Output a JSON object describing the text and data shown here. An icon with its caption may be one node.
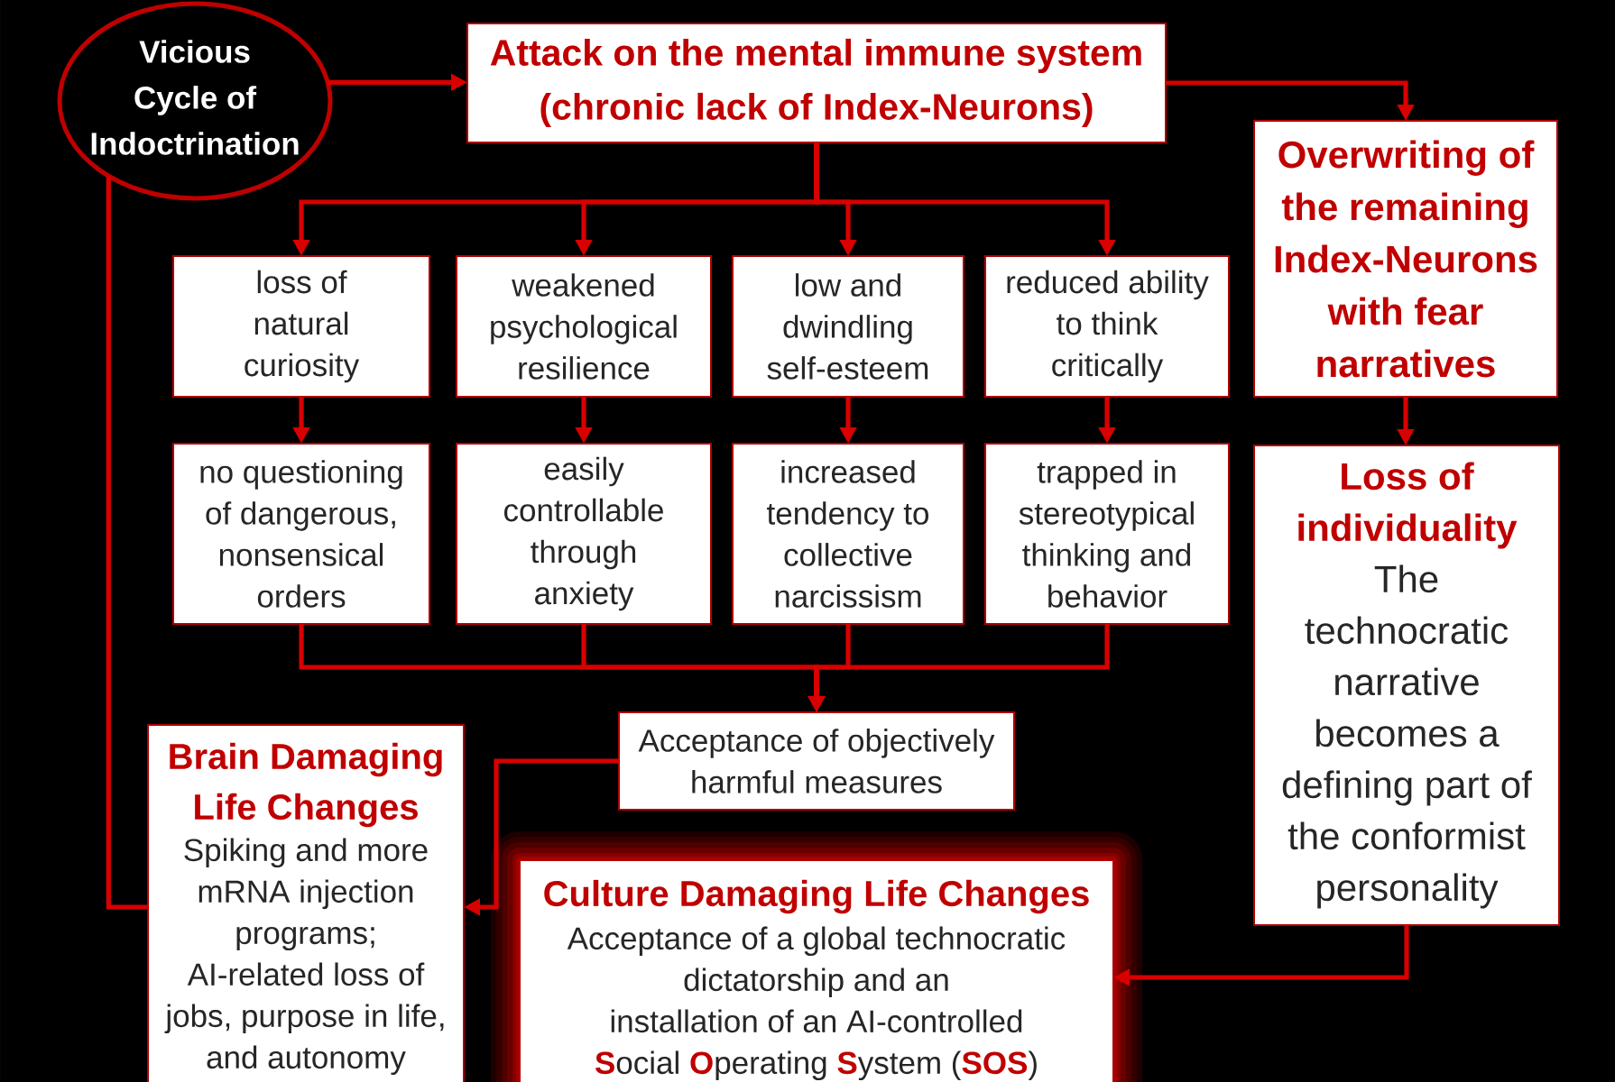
{
  "diagram": {
    "nodes": [
      {
        "text": [
          "Vicious Cycle of Indoctrination"
        ]
      },
      {
        "text": [
          "Attack on the mental immune system (chronic lack of Index-Neurons)"
        ]
      },
      {
        "text": [
          "Overwriting of the remaining Index-Neurons with fear narratives"
        ]
      },
      {
        "text": [
          "loss of natural curiosity"
        ]
      },
      {
        "text": [
          "weakened psychological resilience"
        ]
      },
      {
        "text": [
          "low and dwindling self-esteem"
        ]
      },
      {
        "text": [
          "reduced ability to think critically"
        ]
      },
      {
        "text": [
          "no questioning of dangerous, nonsensical orders"
        ]
      },
      {
        "text": [
          "easily controllable through anxiety"
        ]
      },
      {
        "text": [
          "increased tendency to collective narcissism"
        ]
      },
      {
        "text": [
          "trapped in stereotypical thinking and behavior"
        ]
      },
      {
        "text": [
          "Loss of individuality",
          "The technocratic narrative becomes a defining part of the conformist personality"
        ]
      },
      {
        "text": [
          "Acceptance of objectively harmful measures"
        ]
      },
      {
        "text": [
          "Brain Damaging Life Changes",
          "Spiking and more mRNA injection programs; AI-related loss of jobs, purpose in life, and autonomy"
        ]
      },
      {
        "text": [
          "Culture Damaging Life Changes",
          "Acceptance of a global technocratic dictatorship and an installation of an AI-controlled **S**ocial **O**perating **S**ystem (**SOS**)"
        ]
      }
    ],
    "edges": [
      {
        "from": 0,
        "to": 1,
        "arrow": "to"
      },
      {
        "from": 1,
        "to": 3,
        "arrow": "to"
      },
      {
        "from": 1,
        "to": 4,
        "arrow": "to"
      },
      {
        "from": 1,
        "to": 5,
        "arrow": "to"
      },
      {
        "from": 1,
        "to": 6,
        "arrow": "to"
      },
      {
        "from": 1,
        "to": 2,
        "arrow": "to"
      },
      {
        "from": 3,
        "to": 7,
        "arrow": "to"
      },
      {
        "from": 4,
        "to": 8,
        "arrow": "to"
      },
      {
        "from": 5,
        "to": 9,
        "arrow": "to"
      },
      {
        "from": 6,
        "to": 10,
        "arrow": "to"
      },
      {
        "from": 2,
        "to": 11,
        "arrow": "to"
      },
      {
        "from": 7,
        "to": 12,
        "arrow": "to"
      },
      {
        "from": 8,
        "to": 12,
        "arrow": "to"
      },
      {
        "from": 9,
        "to": 12,
        "arrow": "to"
      },
      {
        "from": 10,
        "to": 12,
        "arrow": "to"
      },
      {
        "from": 12,
        "to": 13,
        "arrow": "to"
      },
      {
        "from": 0,
        "to": 13,
        "arrow": "none"
      },
      {
        "from": 11,
        "to": 14,
        "arrow": "to"
      }
    ]
  }
}
